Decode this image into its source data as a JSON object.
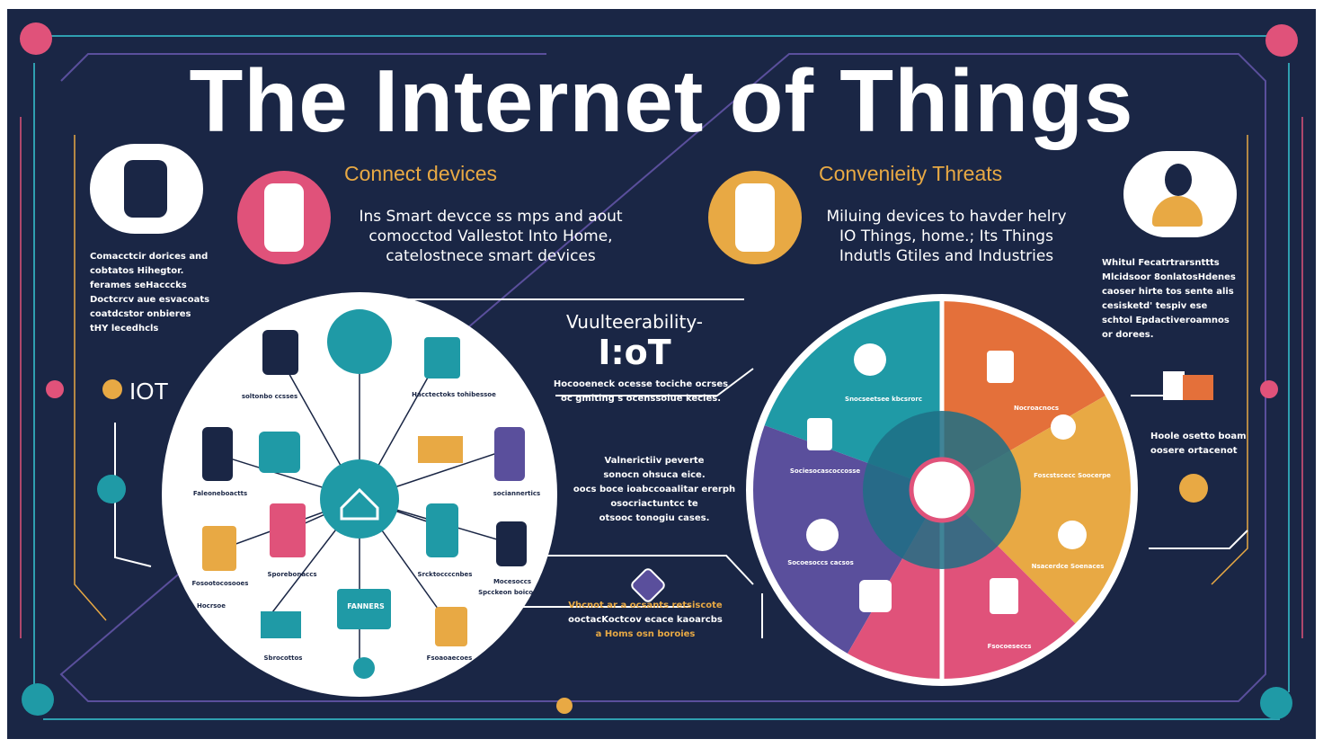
{
  "title": "The Internet of Things",
  "colors": {
    "background": "#1a2645",
    "teal": "#1f9aa6",
    "orange": "#e4703a",
    "yellow": "#e8a944",
    "pink": "#e0527a",
    "purple": "#5a4f9c",
    "accent": "#e8a944"
  },
  "connect": {
    "heading": "Connect devices",
    "lines": [
      "Ins Smart devcce ss mps and aout",
      "comocctod Vallestot Into Home,",
      "catelostnece smart devices"
    ]
  },
  "convenience": {
    "heading": "Convenieity Threats",
    "lines": [
      "Miluing devices to havder helry",
      "IO Things, home.; Its Things",
      "Indutls Gtiles and Industries"
    ]
  },
  "left_note": {
    "lines": [
      "Comacctcir dorices and",
      "cobtatos Hihegtor.",
      "ferames seHacccks",
      "Doctcrcv aue esvacoats",
      "coatdcstor onbieres",
      "tHY lecedhcls"
    ]
  },
  "right_note": {
    "lines": [
      "Whitul Fecatrtrarsnttts",
      "Mlcidsoor 8onlatosHdenes",
      "caoser hirte tos sente alis",
      "cesisketd' tespiv ese",
      "schtol Epdactiveroamnos",
      "or dorees."
    ]
  },
  "right_note2": {
    "lines": [
      "Hoole osetto boam",
      "oosere ortacenot"
    ]
  },
  "iot_label": "IOT",
  "center": {
    "subtitle": "Vuulteerability-",
    "heading": "I:oT",
    "para1": [
      "Hocooeneck ocesse tociche ocrses",
      "oc gmiting s ocenssolue kecles."
    ],
    "para2": [
      "Valnerictiiv peverte",
      "sonocn ohsuca eice.",
      "oocs boce ioabccoaalitar ererph",
      "osocriactuntcc te",
      "otsooc tonogiu cases."
    ],
    "para3": [
      "Vhcnot ar a ocsants retsiscote",
      "ooctacKoctcov ecace kaoarcbs",
      "a Homs osn boroies"
    ]
  },
  "left_circle": {
    "labels": [
      "soltonbo ccsses",
      "Hacctectoks tohibessoe",
      "Faleoneboactts",
      "sociannertics",
      "Sporebonaccs",
      "Srcktoccccnbes",
      "Fosootocosooes",
      "Mocesoccs",
      "Spcckeon boicoe",
      "Sbrocottos",
      "Fsoaoaecoes",
      "Hocrsoe"
    ],
    "hub_label": "FANNERS"
  },
  "right_circle": {
    "labels": [
      "Snocseetsee kbcsrorc",
      "Nocroacnocs",
      "Sociesocascoccosse",
      "Foscstscecc Soocerpe",
      "Socoesoccs cacsos",
      "Nsacerdce Soenaces",
      "Fsocoeseccs"
    ]
  }
}
